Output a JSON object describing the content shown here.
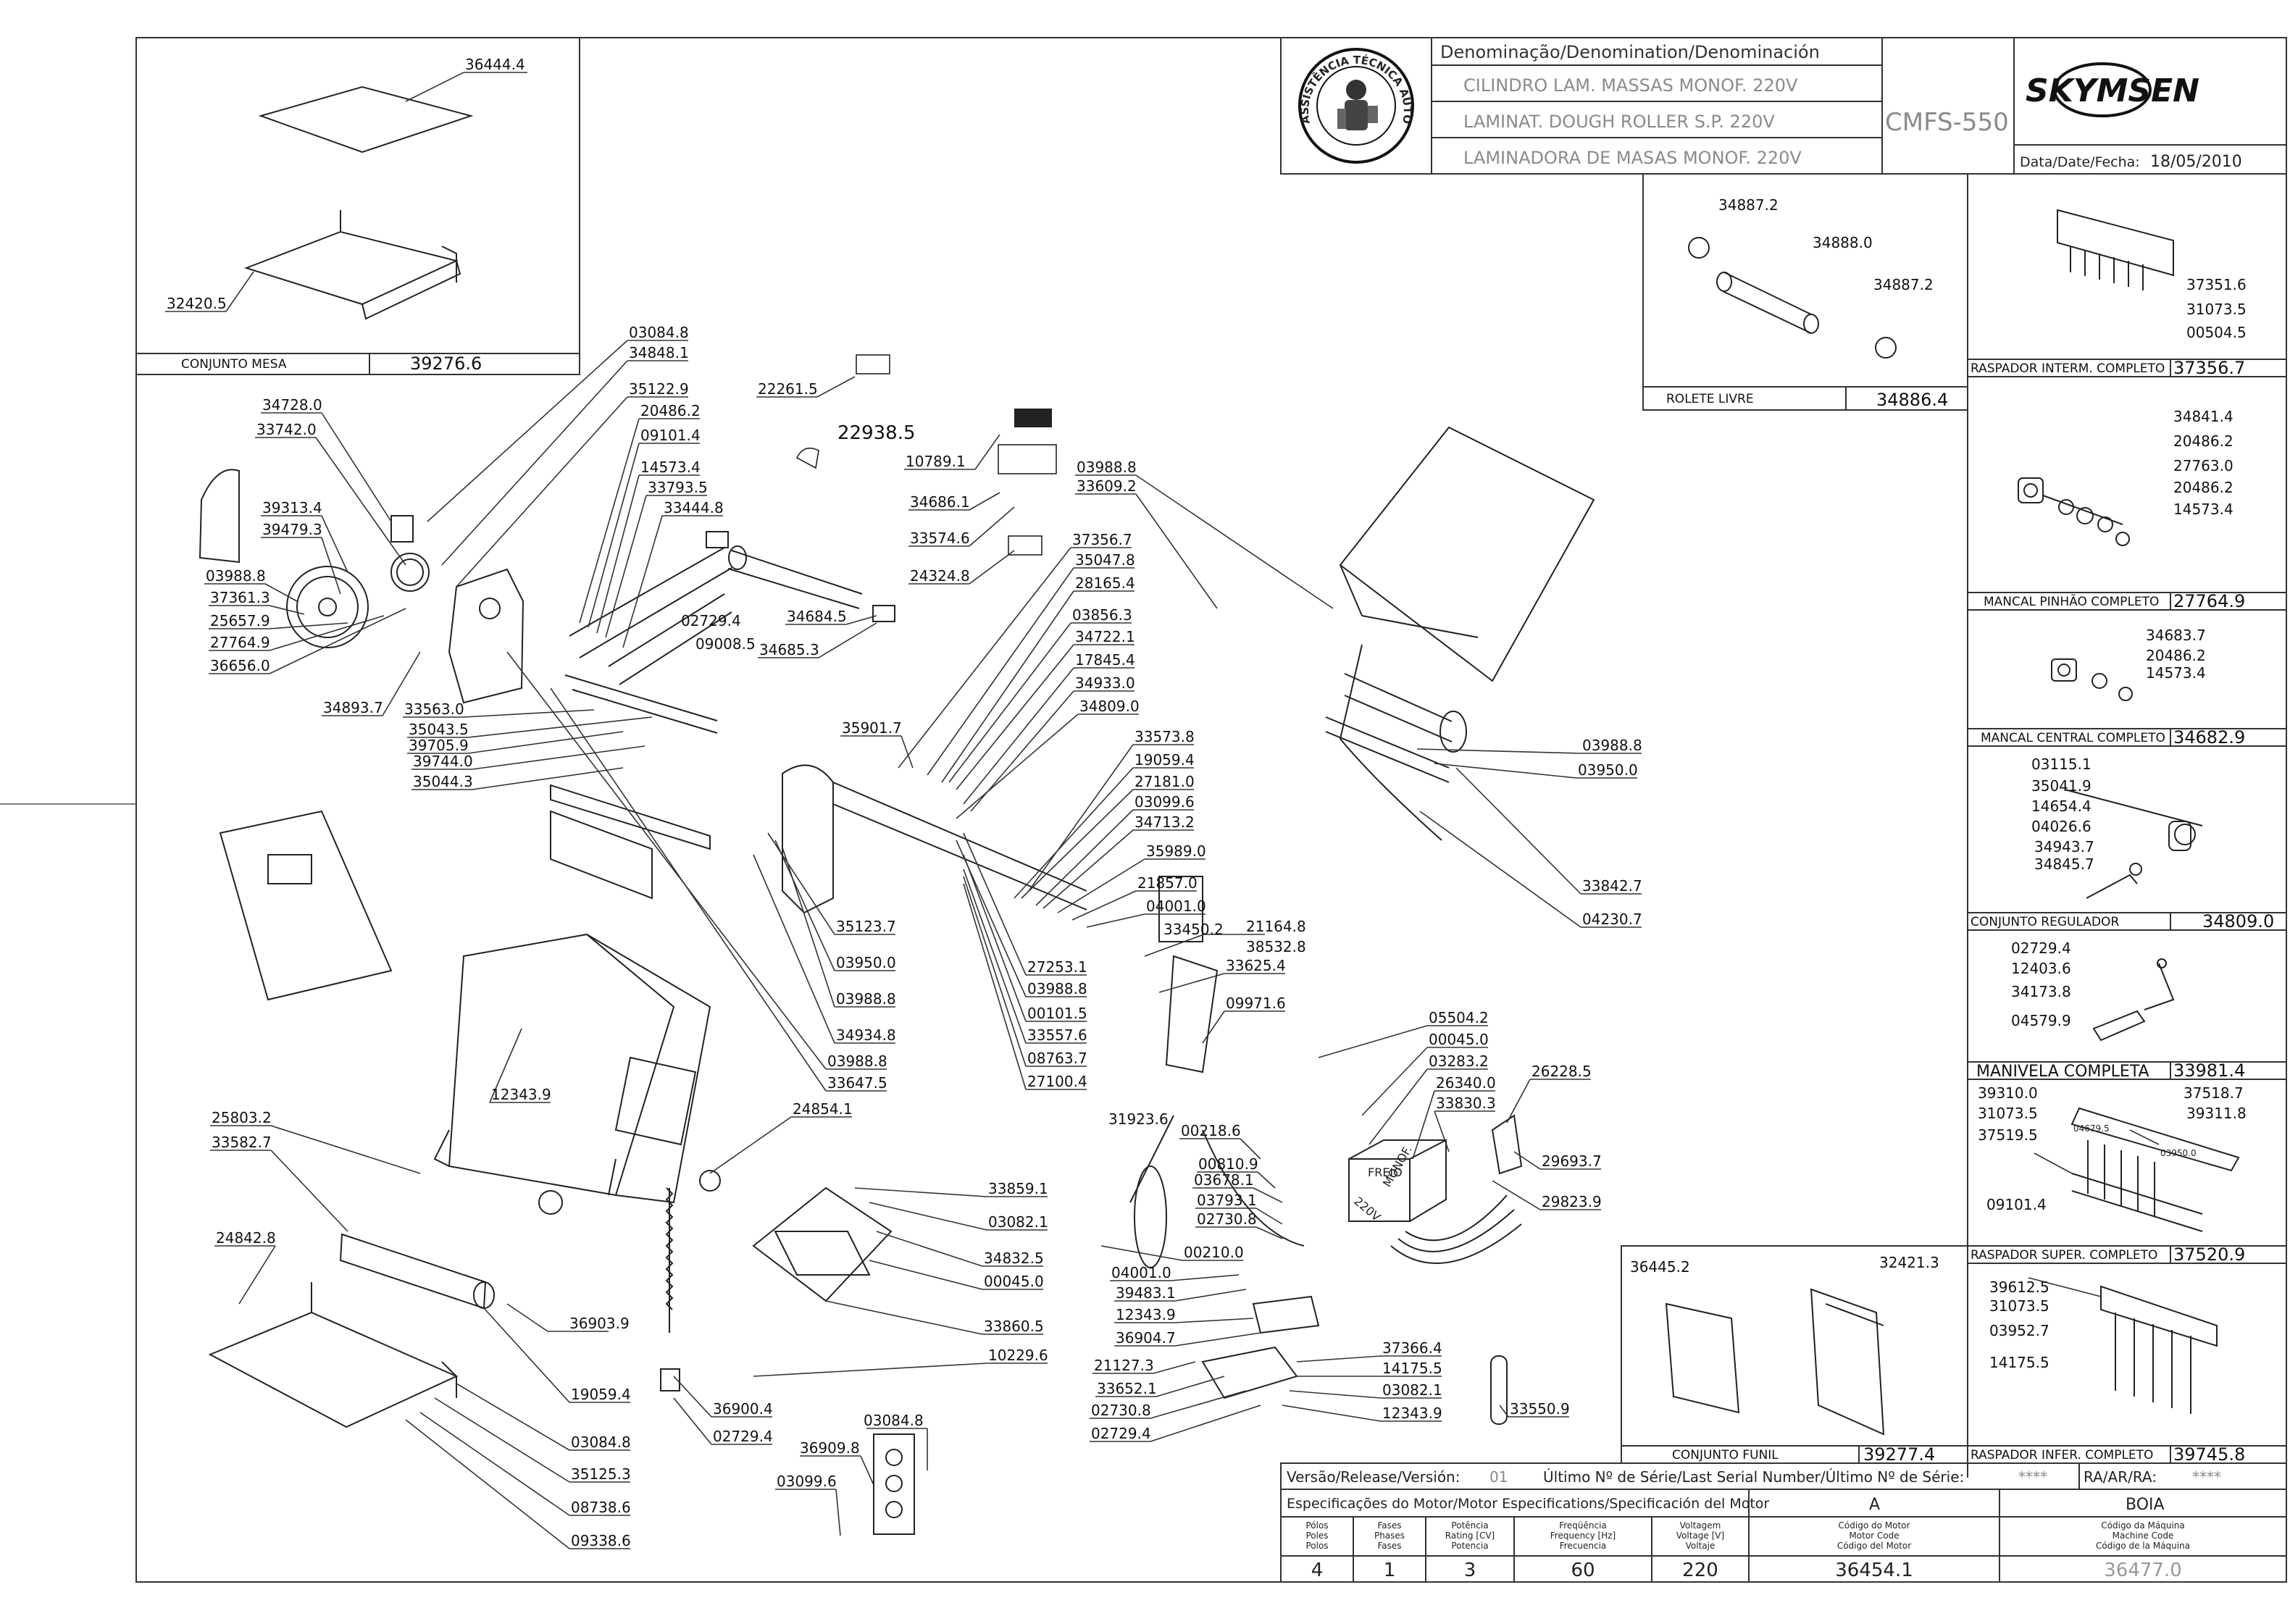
{
  "title_block": {
    "denomination_header": "Denominação/Denomination/Denominación",
    "names": [
      "CILINDRO LAM. MASSAS MONOF. 220V",
      "LAMINAT. DOUGH ROLLER S.P. 220V",
      "LAMINADORA DE MASAS MONOF. 220V"
    ],
    "model": "CMFS-550",
    "brand": "SKYMSEN",
    "date_label": "Data/Date/Fecha:",
    "date": "18/05/2010",
    "seal_text": "ASSISTÊNCIA TÉCNICA AUTORIZADA"
  },
  "sub_assemblies": [
    {
      "name": "CONJUNTO MESA",
      "code": "39276.6"
    },
    {
      "name": "ROLETE LIVRE",
      "code": "34886.4"
    },
    {
      "name": "RASPADOR INTERM. COMPLETO",
      "code": "37356.7"
    },
    {
      "name": "MANCAL PINHÃO COMPLETO",
      "code": "27764.9"
    },
    {
      "name": "MANCAL CENTRAL COMPLETO",
      "code": "34682.9"
    },
    {
      "name": "CONJUNTO REGULADOR",
      "code": "34809.0"
    },
    {
      "name": "MANIVELA COMPLETA",
      "code": "33981.4"
    },
    {
      "name": "RASPADOR SUPER. COMPLETO",
      "code": "37520.9"
    },
    {
      "name": "CONJUNTO FUNIL",
      "code": "39277.4"
    },
    {
      "name": "RASPADOR INFER. COMPLETO",
      "code": "39745.8"
    }
  ],
  "part_labels": {
    "mesa": [
      "36444.4",
      "32420.5"
    ],
    "rolete": [
      "34887.2",
      "34888.0",
      "34887.2"
    ],
    "rasp_interm": [
      "37351.6",
      "31073.5",
      "00504.5"
    ],
    "mancal_pinhao": [
      "34841.4",
      "20486.2",
      "27763.0",
      "20486.2",
      "14573.4"
    ],
    "mancal_central": [
      "34683.7",
      "20486.2",
      "14573.4"
    ],
    "regulador": [
      "03115.1",
      "35041.9",
      "14654.4",
      "04026.6",
      "34943.7",
      "34845.7"
    ],
    "manivela": [
      "02729.4",
      "12403.6",
      "34173.8",
      "04579.9"
    ],
    "rasp_super": [
      "39310.0",
      "37518.7",
      "31073.5",
      "39311.8",
      "37519.5",
      "04679.5",
      "03950.0",
      "09101.4"
    ],
    "funil": [
      "36445.2",
      "32421.3"
    ],
    "rasp_infer": [
      "39612.5",
      "31073.5",
      "03952.7",
      "14175.5"
    ],
    "main_left_column": [
      "34728.0",
      "33742.0",
      "39313.4",
      "39479.3",
      "03988.8",
      "37361.3",
      "25657.9",
      "27764.9",
      "36656.0",
      "34893.7"
    ],
    "main_upper_column": [
      "03084.8",
      "34848.1",
      "35122.9",
      "20486.2",
      "09101.4",
      "14573.4",
      "33793.5",
      "33444.8"
    ],
    "main_center": [
      "22261.5",
      "22938.5",
      "10789.1",
      "34686.1",
      "33574.6",
      "24324.8",
      "34684.5",
      "34685.3",
      "02729.4",
      "09008.5",
      "35901.7"
    ],
    "main_lower_left": [
      "33563.0",
      "35043.5",
      "39705.9",
      "39744.0",
      "35044.3"
    ],
    "main_right_stack_a": [
      "37356.7",
      "35047.8",
      "28165.4",
      "03856.3",
      "34722.1",
      "17845.4",
      "34933.0",
      "34809.0"
    ],
    "main_right_stack_b": [
      "33573.8",
      "19059.4",
      "27181.0",
      "03099.6",
      "34713.2",
      "35989.0",
      "21857.0",
      "04001.0",
      "33450.2",
      "21164.8",
      "38532.8",
      "33625.4",
      "09971.6",
      "31923.6"
    ],
    "main_right_lower": [
      "27253.1",
      "03988.8",
      "00101.5",
      "33557.6",
      "08763.7",
      "27100.4"
    ],
    "main_mid_column": [
      "35123.7",
      "03950.0",
      "03988.8",
      "34934.8",
      "03988.8",
      "33647.5",
      "24854.1"
    ],
    "hopper": [
      "03988.8",
      "33609.2",
      "03988.8",
      "03950.0",
      "33842.7",
      "04230.7"
    ],
    "electrical": [
      "05504.2",
      "00045.0",
      "03283.2",
      "26340.0",
      "33830.3",
      "26228.5",
      "29693.7",
      "29823.9",
      "00218.6",
      "00810.9",
      "03678.1",
      "03793.1",
      "02730.8",
      "00210.0",
      "04001.0",
      "39483.1",
      "12343.9",
      "36904.7",
      "21127.3",
      "33652.1",
      "02730.8",
      "02729.4",
      "37366.4",
      "14175.5",
      "03082.1",
      "12343.9",
      "33550.9"
    ],
    "electrical_tags": [
      "FREIO",
      "220V",
      "MONOF."
    ],
    "lower_left": [
      "12343.9",
      "25803.2",
      "33582.7",
      "24842.8",
      "36903.9",
      "19059.4",
      "03084.8",
      "35125.3",
      "08738.6",
      "09338.6",
      "36900.4",
      "02729.4",
      "36909.8",
      "03084.8",
      "03099.6"
    ],
    "lower_center": [
      "33859.1",
      "03082.1",
      "34832.5",
      "00045.0",
      "33860.5",
      "10229.6"
    ]
  },
  "release": {
    "label": "Versão/Release/Versión:",
    "value": "01",
    "serial_label": "Último Nº de Série/Last Serial Number/Último Nº de Série:",
    "serial_value": "****",
    "ra_label": "RA/AR/RA:",
    "ra_value": "****"
  },
  "motor_specs": {
    "header": "Especificações do Motor/Motor Especifications/Specificación del Motor",
    "col_a": "A",
    "col_boia": "BOIA",
    "columns": [
      {
        "label": "Pólos\nPoles\nPolos",
        "value": "4"
      },
      {
        "label": "Fases\nPhases\nFases",
        "value": "1"
      },
      {
        "label": "Potência\nRating [CV]\nPotencia",
        "value": "3"
      },
      {
        "label": "Freqüência\nFrequency [Hz]\nFrecuencia",
        "value": "60"
      },
      {
        "label": "Voltagem\nVoltage [V]\nVoltaje",
        "value": "220"
      },
      {
        "label": "Código do Motor\nMotor Code\nCódigo del Motor",
        "value": "36454.1"
      },
      {
        "label": "Código da Máquina\nMachine Code\nCódigo de la Máquina",
        "value": "36477.0"
      }
    ]
  }
}
